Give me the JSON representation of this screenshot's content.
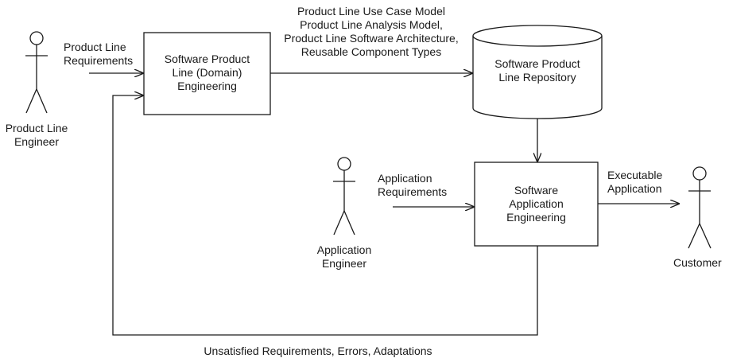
{
  "actors": {
    "product_line_engineer": [
      "Product Line",
      "Engineer"
    ],
    "application_engineer": [
      "Application",
      "Engineer"
    ],
    "customer": [
      "Customer"
    ]
  },
  "processes": {
    "domain_engineering": [
      "Software Product",
      "Line (Domain)",
      "Engineering"
    ],
    "application_engineering": [
      "Software",
      "Application",
      "Engineering"
    ]
  },
  "repository": [
    "Software Product",
    "Line Repository"
  ],
  "flows": {
    "product_line_requirements": [
      "Product Line",
      "Requirements"
    ],
    "artifacts": [
      "Product Line Use Case Model",
      "Product Line Analysis Model,",
      "Product Line Software Architecture,",
      "Reusable Component Types"
    ],
    "application_requirements": [
      "Application",
      "Requirements"
    ],
    "executable_application": [
      "Executable",
      "Application"
    ],
    "feedback": "Unsatisfied Requirements, Errors, Adaptations"
  },
  "colors": {
    "stroke": "#1a1a1a",
    "background": "#ffffff"
  }
}
